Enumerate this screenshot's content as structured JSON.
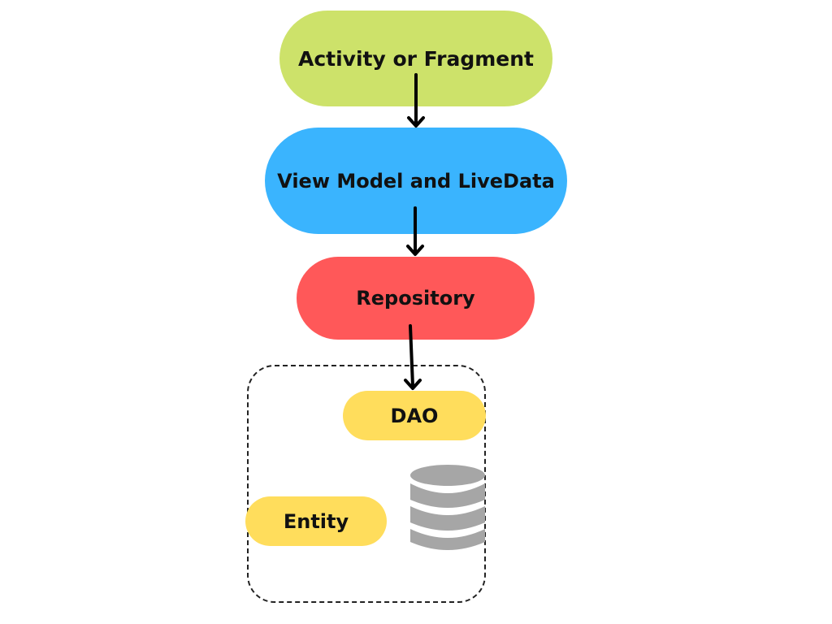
{
  "diagram": {
    "nodes": {
      "activity": {
        "label": "Activity or Fragment",
        "color": "#CDE26A"
      },
      "viewmodel": {
        "label": "View Model and LiveData",
        "color": "#3AB4FE"
      },
      "repository": {
        "label": "Repository",
        "color": "#FF5859"
      },
      "dao": {
        "label": "DAO",
        "color": "#FFDD5C"
      },
      "entity": {
        "label": "Entity",
        "color": "#FFDD5C"
      }
    },
    "edges": [
      {
        "from": "activity",
        "to": "viewmodel"
      },
      {
        "from": "viewmodel",
        "to": "repository"
      },
      {
        "from": "repository",
        "to": "dao"
      }
    ],
    "database_icon": {
      "icon": "database-icon",
      "color": "#A6A6A6"
    },
    "container": {
      "style": "dashed",
      "color": "#222222"
    }
  }
}
